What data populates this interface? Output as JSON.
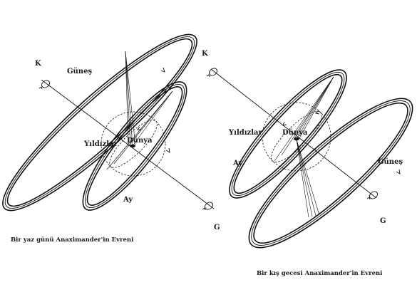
{
  "left_diagram": {
    "north_label": "K",
    "south_label": "G",
    "sun_label": "Güneş",
    "stars_label": "Yıldızlar",
    "earth_label": "Dünya",
    "moon_label": "Ay",
    "caption": "Bir yaz günü Anaximander'in Evreni"
  },
  "right_diagram": {
    "north_label": "K",
    "south_label": "G",
    "sun_label": "Güneş",
    "stars_label": "Yıldızlar",
    "earth_label": "Dünya",
    "moon_label": "Ay",
    "caption": "Bir kış gecesi Anaximander'in Evreni"
  }
}
